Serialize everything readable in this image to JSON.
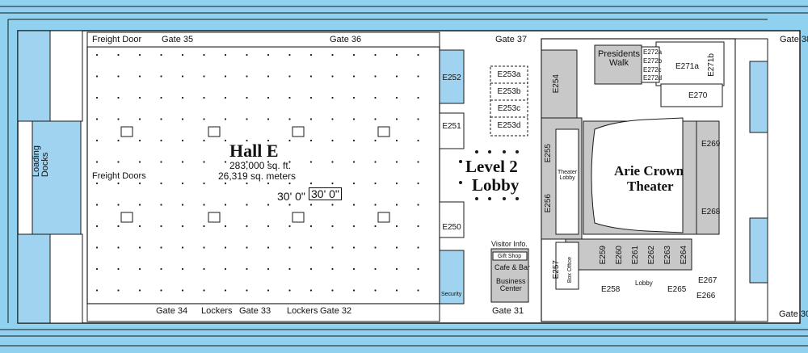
{
  "hall": {
    "name": "Hall E",
    "sqft": "283,000 sq. ft.",
    "sqm": "26,319 sq. meters",
    "dim_a": "30' 0\"",
    "dim_b": "30' 0\""
  },
  "lobby": {
    "line1": "Level 2",
    "line2": "Lobby"
  },
  "theater": {
    "line1": "Arie Crown",
    "line2": "Theater"
  },
  "labels": {
    "freight_door": "Freight Door",
    "freight_doors": "Freight Doors",
    "loading_docks": "Loading\nDocks",
    "lockers1": "Lockers",
    "lockers2": "Lockers",
    "visitor_info": "Visitor Info.",
    "gift_shop": "Gift Shop",
    "cafe_bar": "Cafe & Bar",
    "business_center": "Business\nCenter",
    "security": "Security",
    "theater_lobby": "Theater\nLobby",
    "box_office": "Box Office",
    "presidents_walk": "Presidents\nWalk",
    "lobby_small": "Lobby"
  },
  "gates": {
    "g35": "Gate 35",
    "g36": "Gate 36",
    "g37": "Gate 37",
    "g38": "Gate 38",
    "g34": "Gate 34",
    "g33": "Gate 33",
    "g32": "Gate 32",
    "g31": "Gate 31",
    "g30": "Gate 30"
  },
  "rooms": {
    "E252": "E252",
    "E251": "E251",
    "E250": "E250",
    "E253a": "E253a",
    "E253b": "E253b",
    "E253c": "E253c",
    "E253d": "E253d",
    "E254": "E254",
    "E255": "E255",
    "E256": "E256",
    "E257": "E257",
    "E258": "E258",
    "E259": "E259",
    "E260": "E260",
    "E261": "E261",
    "E262": "E262",
    "E263": "E263",
    "E264": "E264",
    "E265": "E265",
    "E266": "E266",
    "E267": "E267",
    "E268": "E268",
    "E269": "E269",
    "E270": "E270",
    "E271a": "E271a",
    "E271b": "E271b",
    "E272a": "E272a",
    "E272b": "E272b",
    "E272c": "E272c",
    "E272d": "E272d"
  },
  "colors": {
    "water": "#8fd1ef",
    "floor": "#ffffff",
    "room_blue": "#9fd3ef",
    "grey": "#c8c8c8",
    "dark_grey": "#9a9a9a",
    "line": "#1a1a1a"
  }
}
